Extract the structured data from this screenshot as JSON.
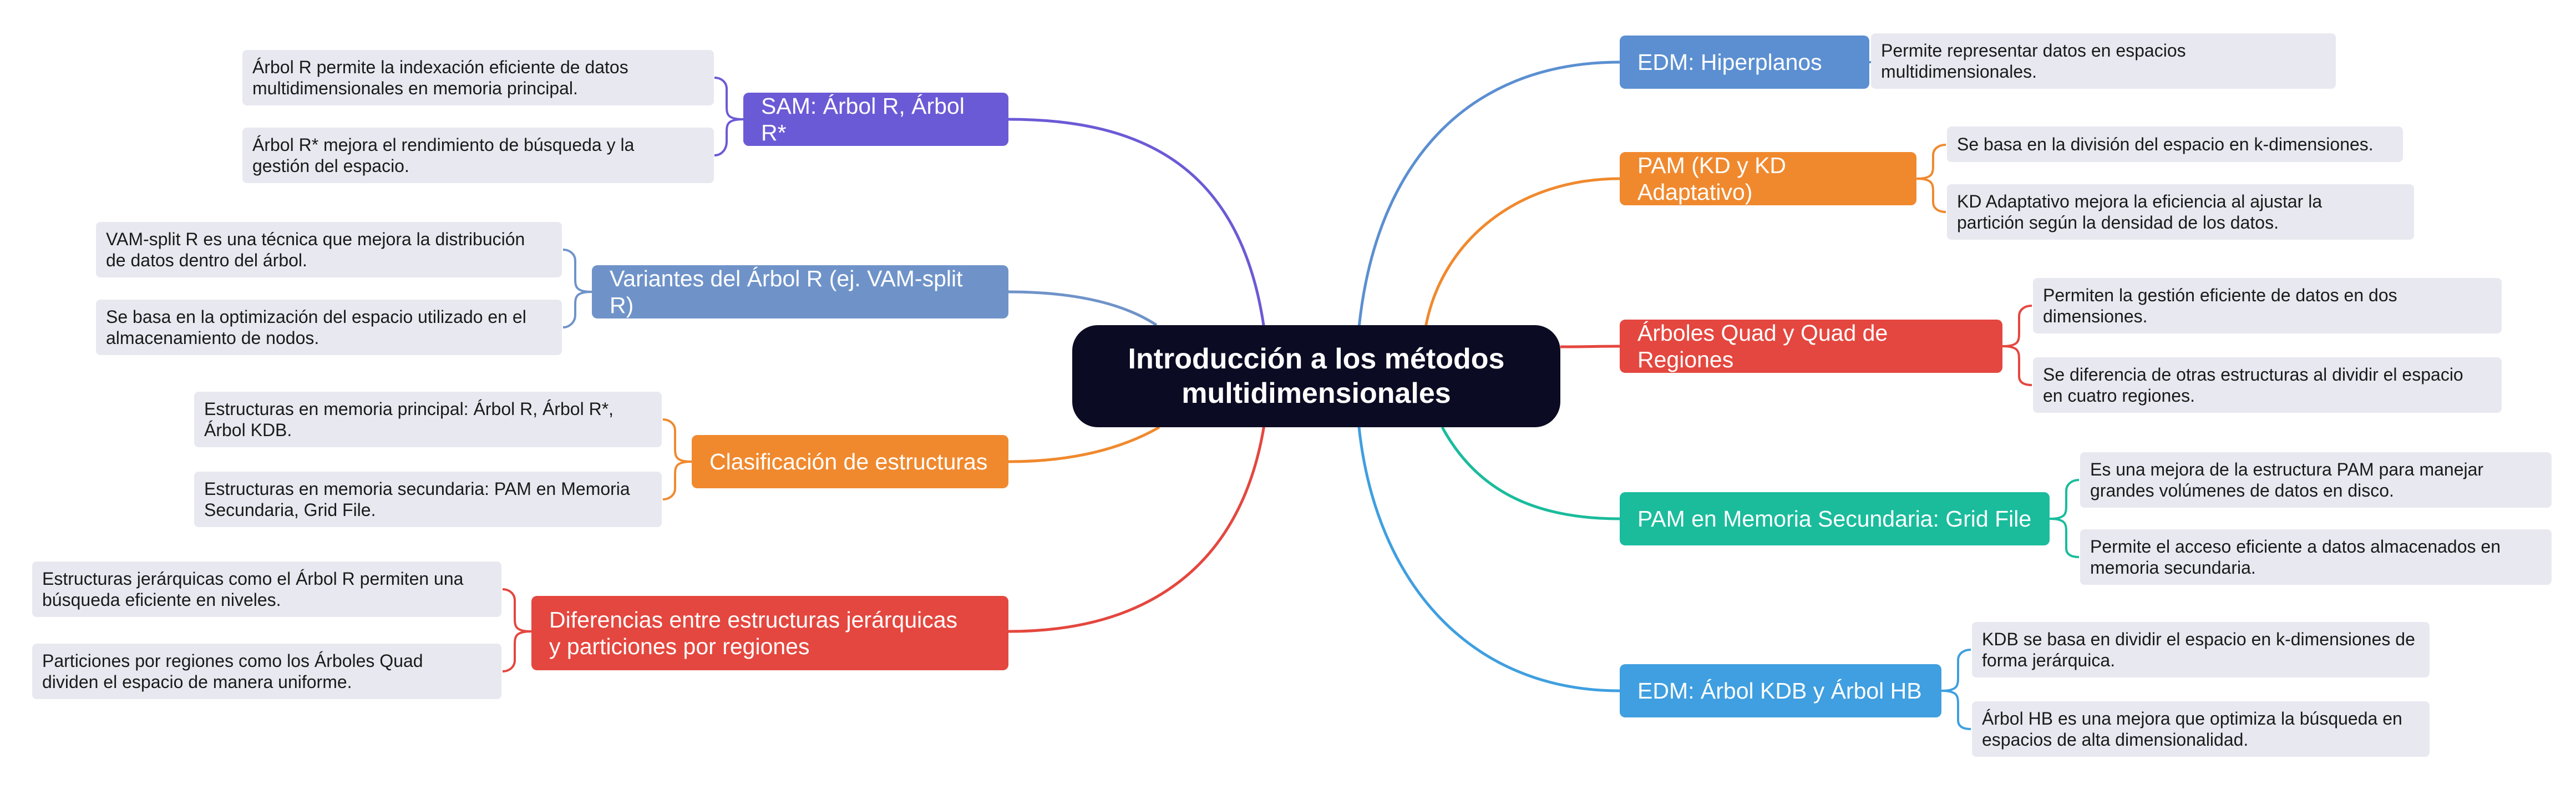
{
  "root": {
    "label": "Introducción a los métodos\nmultidimensionales"
  },
  "branches": [
    {
      "id": "sam",
      "side": "left",
      "label": "SAM: Árbol R, Árbol R*",
      "color": "#6b5ad6",
      "leaves": [
        "Árbol R permite la indexación eficiente de datos\nmultidimensionales en memoria principal.",
        "Árbol R* mejora el rendimiento de búsqueda y la\ngestión del espacio."
      ]
    },
    {
      "id": "variantes",
      "side": "left",
      "label": "Variantes del Árbol R (ej. VAM-split R)",
      "color": "#6f93c9",
      "leaves": [
        "VAM-split R es una técnica que mejora la distribución\nde datos dentro del árbol.",
        "Se basa en la optimización del espacio utilizado en el\nalmacenamiento de nodos."
      ]
    },
    {
      "id": "clasificacion",
      "side": "left",
      "label": "Clasificación de estructuras",
      "color": "#f0892e",
      "leaves": [
        "Estructuras en memoria principal: Árbol R, Árbol R*,\nÁrbol KDB.",
        "Estructuras en memoria secundaria: PAM en Memoria\nSecundaria, Grid File."
      ]
    },
    {
      "id": "diferencias",
      "side": "left",
      "label": "Diferencias entre estructuras jerárquicas\ny particiones por regiones",
      "color": "#e4473f",
      "leaves": [
        "Estructuras jerárquicas como el Árbol R permiten una\nbúsqueda eficiente en niveles.",
        "Particiones por regiones como los Árboles Quad\ndividen el espacio de manera uniforme."
      ]
    },
    {
      "id": "hiperplanos",
      "side": "right",
      "label": "EDM: Hiperplanos",
      "color": "#5b8fd1",
      "leaves": [
        "Permite representar datos en espacios\nmultidimensionales."
      ]
    },
    {
      "id": "pam",
      "side": "right",
      "label": "PAM (KD y KD Adaptativo)",
      "color": "#f0892e",
      "leaves": [
        "Se basa en la división del espacio en k-dimensiones.",
        "KD Adaptativo mejora la eficiencia al ajustar la\npartición según la densidad de los datos."
      ]
    },
    {
      "id": "quad",
      "side": "right",
      "label": "Árboles Quad y Quad de Regiones",
      "color": "#e4473f",
      "leaves": [
        "Permiten la gestión eficiente de datos en dos\ndimensiones.",
        "Se diferencia de otras estructuras al dividir el espacio\nen cuatro regiones."
      ]
    },
    {
      "id": "grid",
      "side": "right",
      "label": "PAM en Memoria Secundaria: Grid File",
      "color": "#1abc9c",
      "leaves": [
        "Es una mejora de la estructura PAM para manejar\ngrandes volúmenes de datos en disco.",
        "Permite el acceso eficiente a datos almacenados en\nmemoria secundaria."
      ]
    },
    {
      "id": "kdb",
      "side": "right",
      "label": "EDM: Árbol KDB y Árbol HB",
      "color": "#3f9fe0",
      "leaves": [
        "KDB se basa en dividir el espacio en k-dimensiones de\nforma jerárquica.",
        "Árbol HB es una mejora que optimiza la búsqueda en\nespacios de alta dimensionalidad."
      ]
    }
  ]
}
